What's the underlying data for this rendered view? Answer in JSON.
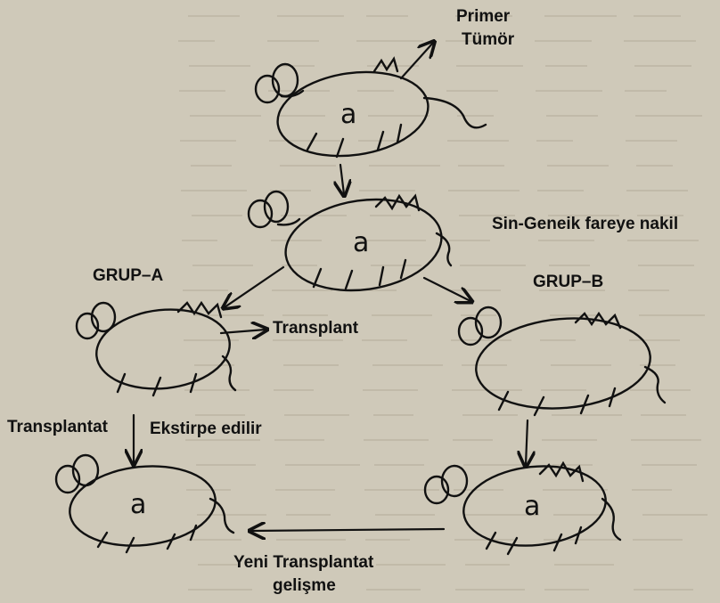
{
  "labels": {
    "primer_line1": "Primer",
    "primer_line2": "Tümör",
    "sin_geneik": "Sin-Geneik fareye nakil",
    "grup_a": "GRUP–A",
    "grup_b": "GRUP–B",
    "transplant": "Transplant",
    "transplantat": "Transplantat",
    "ekstirpe": "Ekstirpe edilir",
    "yeni_line1": "Yeni Transplantat",
    "yeni_line2": "gelişme"
  },
  "mouse_marks": {
    "top": "a",
    "second": "a",
    "grup_a_recipient": "a",
    "grup_b_final": "a"
  },
  "colors": {
    "paper": "#cfc9b9",
    "ink": "#111111",
    "faded_text": "#b9b2a0"
  }
}
